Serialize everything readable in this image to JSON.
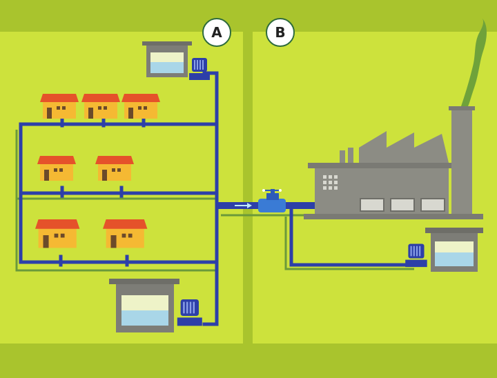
{
  "zones": [
    {
      "id": "a",
      "label": "A"
    },
    {
      "id": "b",
      "label": "B"
    }
  ],
  "colors": {
    "background": "#cde23c",
    "band": "#a9c42d",
    "pipe": "#2d3fa8",
    "pipe_shadow": "#6b9a3a",
    "roof": "#e5522a",
    "house_wall": "#f5b933",
    "factory": "#8c8c84",
    "tank_water": "#a9d6e8",
    "valve": "#3a7bd5",
    "smoke": "#6fa23a"
  },
  "icons": [
    "house-icon",
    "water-tank-icon",
    "pump-icon",
    "factory-icon",
    "valve-icon",
    "flow-arrow-icon"
  ]
}
